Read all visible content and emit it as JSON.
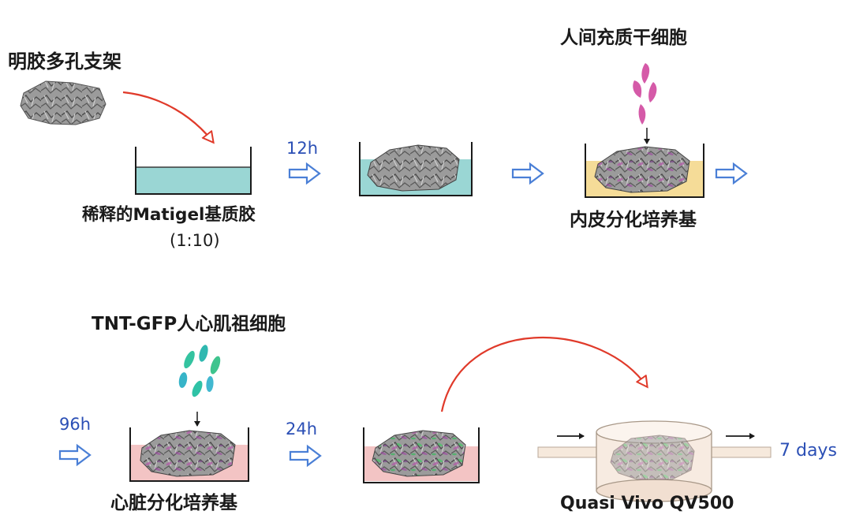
{
  "labels": {
    "gelatin_scaffold": "明胶多孔支架",
    "diluted_matigel": "稀释的Matigel基质胶",
    "dilution_ratio": "(1:10)",
    "mesenchymal_cells": "人间充质干细胞",
    "endothelial_medium": "内皮分化培养基",
    "cardiac_progenitors": "TNT-GFP人心肌祖细胞",
    "cardiac_medium": "心脏分化培养基",
    "bioreactor": "Quasi Vivo QV500"
  },
  "timings": {
    "t1": "12h",
    "t2": "96h",
    "t3": "24h",
    "t4": "7 days"
  },
  "colors": {
    "matigel_blue": "#9ad6d4",
    "endothelial_yellow": "#f5dc98",
    "cardiac_pink": "#f3c4c4",
    "hollow_arrow": "#4a7fd6",
    "curved_arrow": "#e03a2a",
    "msc_magenta": "#d55aa8",
    "gfp_green": "#34c3a0",
    "time_text": "#2b4fb5"
  }
}
